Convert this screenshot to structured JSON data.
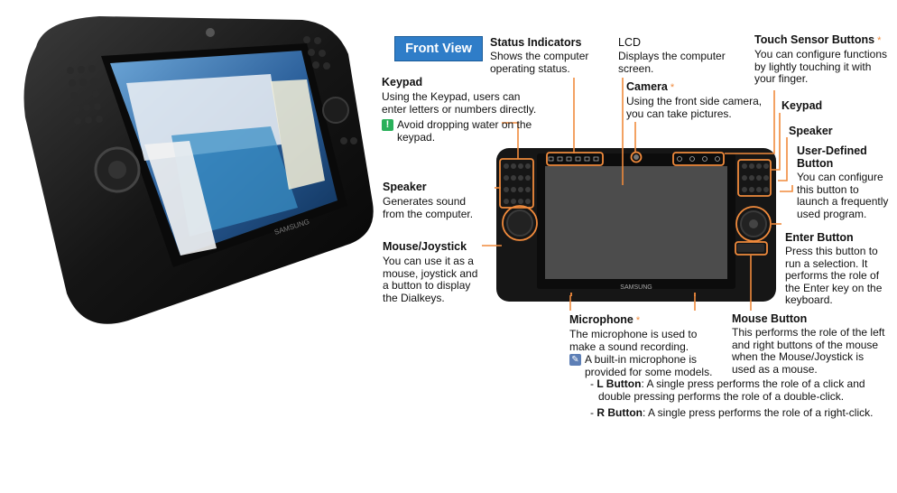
{
  "front_view_label": "Front View",
  "device_brand": "SAMSUNG",
  "colors": {
    "accent_orange": "#f08a3c",
    "badge_blue": "#2f7dc8"
  },
  "labels": {
    "status": {
      "title": "Status Indicators",
      "desc_1": "Shows the computer",
      "desc_2": "operating status."
    },
    "lcd": {
      "title": "LCD",
      "desc_1": "Displays the computer",
      "desc_2": "screen."
    },
    "touch": {
      "title": "Touch Sensor Buttons",
      "mark": "*",
      "desc_1": "You can configure functions",
      "desc_2": "by lightly touching it with",
      "desc_3": "your finger."
    },
    "camera": {
      "title": "Camera",
      "mark": "*",
      "desc_1": "Using the front side camera,",
      "desc_2": "you can take pictures."
    },
    "keypad_left": {
      "title": "Keypad",
      "desc_1": "Using the Keypad, users can",
      "desc_2": "enter letters or numbers directly.",
      "warning_1": "Avoid dropping water on the",
      "warning_2": "keypad.",
      "warning_icon": "exclamation-icon"
    },
    "keypad_right": {
      "title": "Keypad"
    },
    "speaker_right": {
      "title": "Speaker"
    },
    "user_defined": {
      "title_1": "User-Defined",
      "title_2": "Button",
      "desc_1": "You can configure",
      "desc_2": "this button to",
      "desc_3": "launch a frequently",
      "desc_4": "used program."
    },
    "speaker_left": {
      "title": "Speaker",
      "desc_1": "Generates sound",
      "desc_2": "from the computer."
    },
    "enter": {
      "title": "Enter Button",
      "desc_1": "Press this button to",
      "desc_2": "run a selection. It",
      "desc_3": "performs the role of",
      "desc_4": "the Enter key on the",
      "desc_5": "keyboard."
    },
    "mouse_joystick": {
      "title": "Mouse/Joystick",
      "desc_1": "You can use it as a",
      "desc_2": "mouse, joystick and",
      "desc_3": "a button to display",
      "desc_4": "the Dialkeys."
    },
    "microphone": {
      "title": "Microphone",
      "mark": "*",
      "desc_1": "The microphone is used to",
      "desc_2": "make a sound recording.",
      "note_1": "A built-in microphone is",
      "note_2": "provided for some models.",
      "note_icon": "pencil-note-icon"
    },
    "mouse_button": {
      "title": "Mouse Button",
      "desc_1": "This performs the role of the left",
      "desc_2": "and right buttons of the mouse",
      "desc_3": "when the Mouse/Joystick is",
      "desc_4": "used as a mouse."
    },
    "l_button": {
      "name": "L Button",
      "desc_1": ": A single press performs the role of a click and",
      "desc_2": "double pressing performs the role of a double-click."
    },
    "r_button": {
      "name": "R Button",
      "desc": ": A single press performs the role of a right-click."
    }
  }
}
